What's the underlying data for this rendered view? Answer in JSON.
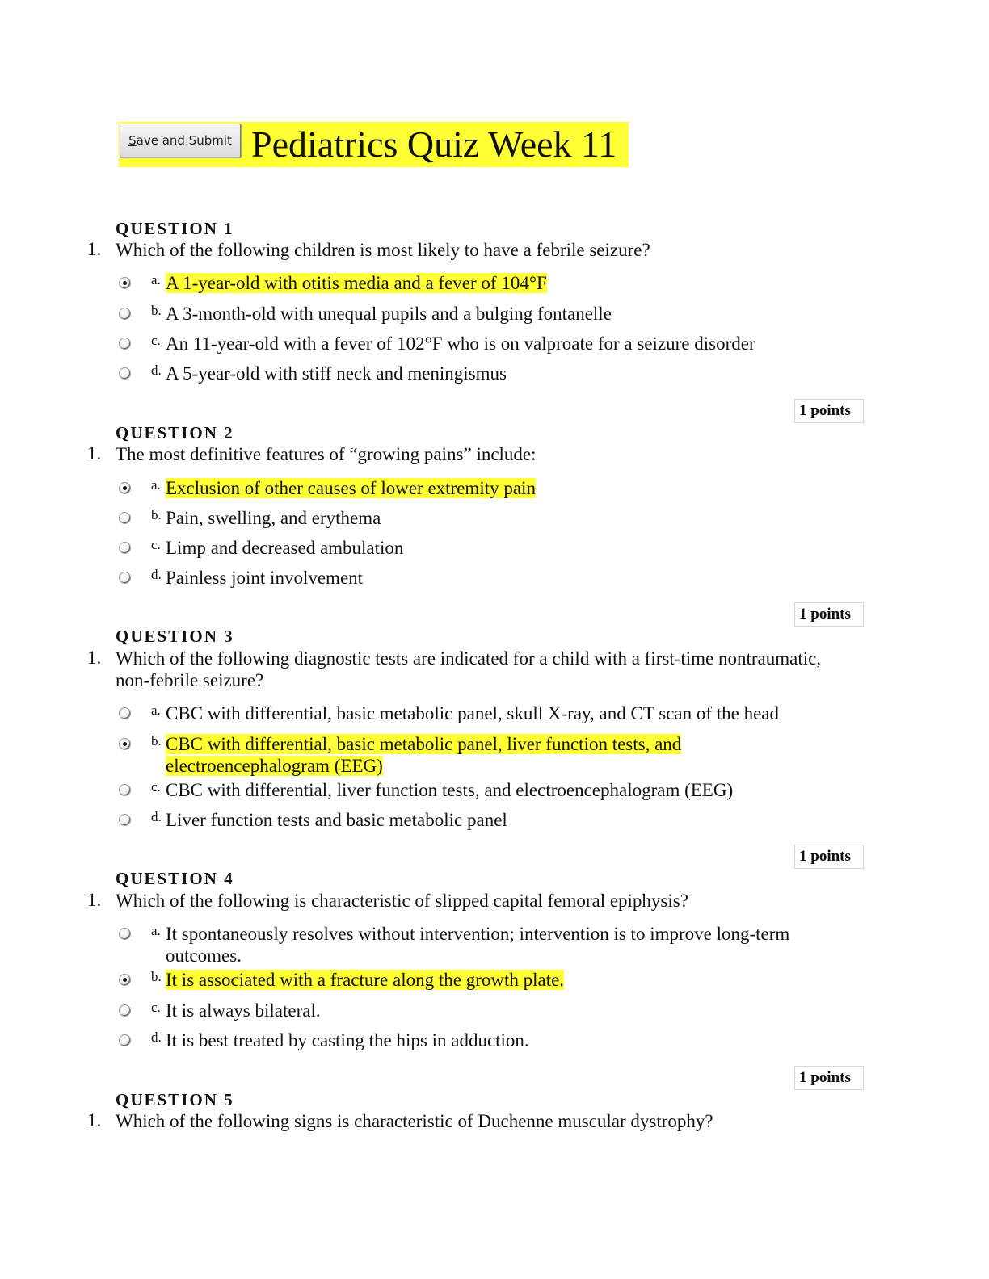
{
  "header": {
    "button_label_u": "S",
    "button_label_rest": "ave and Submit",
    "title": "Pediatrics Quiz Week 11"
  },
  "questions": [
    {
      "header": "QUESTION 1",
      "number": "1.",
      "text": "Which of the following children is most likely to have a febrile seizure?",
      "options": [
        {
          "letter": "a.",
          "text": "A 1-year-old with otitis media and a fever of 104°F",
          "selected": true
        },
        {
          "letter": "b.",
          "text": "A 3-month-old with unequal pupils and a bulging fontanelle",
          "selected": false
        },
        {
          "letter": "c.",
          "text": "An 11-year-old with a fever of 102°F who is on valproate for a seizure disorder",
          "selected": false
        },
        {
          "letter": "d.",
          "text": "A 5-year-old with stiff neck and meningismus",
          "selected": false
        }
      ],
      "points": "1 points"
    },
    {
      "header": "QUESTION 2",
      "number": "1.",
      "text": "The most definitive features of “growing pains” include:",
      "options": [
        {
          "letter": "a.",
          "text": "Exclusion of other causes of lower extremity pain",
          "selected": true
        },
        {
          "letter": "b.",
          "text": "Pain, swelling, and erythema",
          "selected": false
        },
        {
          "letter": "c.",
          "text": "Limp and decreased ambulation",
          "selected": false
        },
        {
          "letter": "d.",
          "text": "Painless joint involvement",
          "selected": false
        }
      ],
      "points": "1 points"
    },
    {
      "header": "QUESTION 3",
      "number": "1.",
      "text": "Which of the following diagnostic tests are indicated for a child with a first-time nontraumatic, non-febrile seizure?",
      "options": [
        {
          "letter": "a.",
          "text": "CBC with differential, basic metabolic panel, skull X-ray, and CT scan of the head",
          "selected": false
        },
        {
          "letter": "b.",
          "text_line1": "CBC with differential, basic metabolic panel, liver function tests, and",
          "text_line2": "electroencephalogram (EEG)",
          "selected": true
        },
        {
          "letter": "c.",
          "text": "CBC with differential, liver function tests, and electroencephalogram (EEG)",
          "selected": false
        },
        {
          "letter": "d.",
          "text": "Liver function tests and basic metabolic panel",
          "selected": false
        }
      ],
      "points": "1 points"
    },
    {
      "header": "QUESTION 4",
      "number": "1.",
      "text": "Which of the following is characteristic of slipped capital femoral epiphysis?",
      "options": [
        {
          "letter": "a.",
          "text": "It spontaneously resolves without intervention; intervention is to improve long-term outcomes.",
          "selected": false
        },
        {
          "letter": "b.",
          "text": "It is associated with a fracture along the growth plate.",
          "selected": true
        },
        {
          "letter": "c.",
          "text": "It is always bilateral.",
          "selected": false
        },
        {
          "letter": "d.",
          "text": "It is best treated by casting the hips in adduction.",
          "selected": false
        }
      ],
      "points": "1 points"
    },
    {
      "header": "QUESTION 5",
      "number": "1.",
      "text": "Which of the following signs is characteristic of Duchenne muscular dystrophy?"
    }
  ],
  "colors": {
    "highlight": "#ffff33",
    "text": "#111111"
  }
}
